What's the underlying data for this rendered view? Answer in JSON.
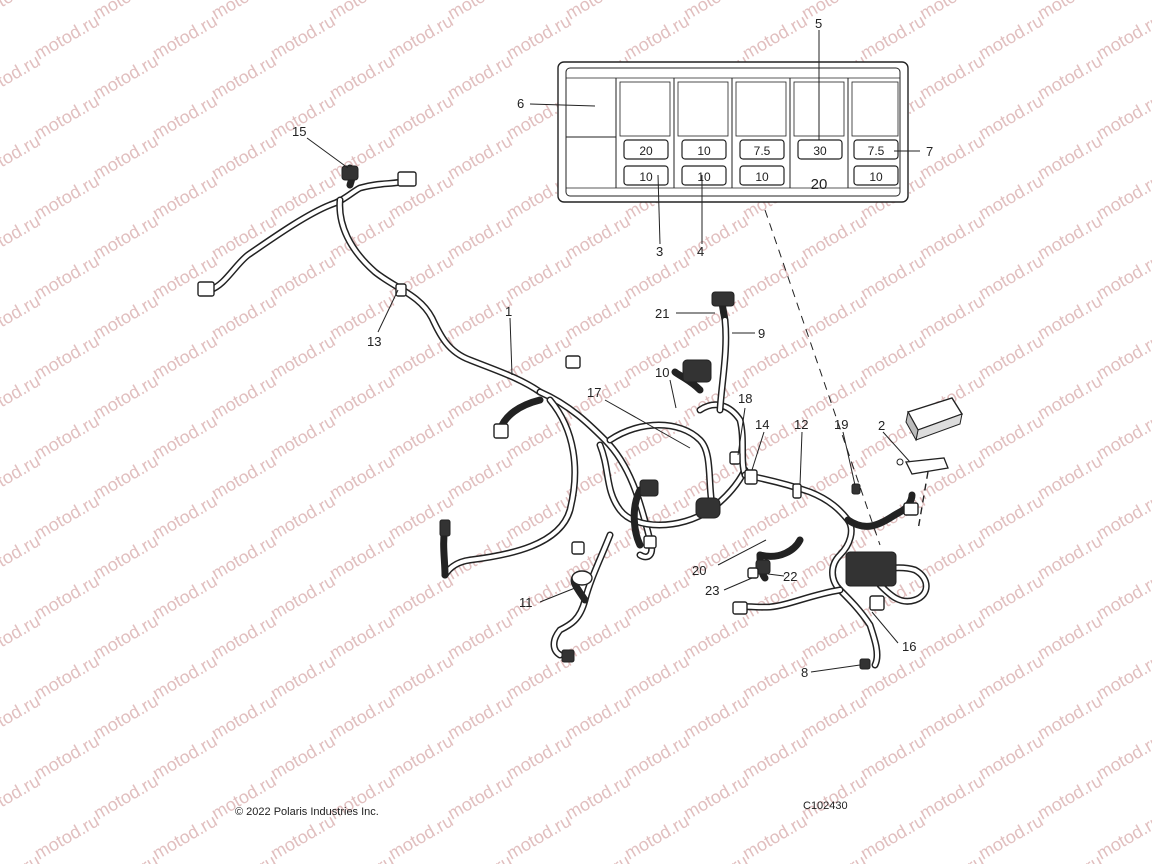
{
  "watermark": {
    "text": "motod.ru",
    "color": "#c98b8b"
  },
  "fuse_box": {
    "top_row": [
      "20",
      "10",
      "7.5",
      "30",
      "7.5"
    ],
    "bottom_row": [
      "10",
      "10",
      "10",
      "20",
      "10"
    ]
  },
  "callouts": {
    "c1": "1",
    "c2": "2",
    "c3": "3",
    "c4": "4",
    "c5": "5",
    "c6": "6",
    "c7": "7",
    "c8": "8",
    "c9": "9",
    "c10": "10",
    "c11": "11",
    "c12": "12",
    "c13": "13",
    "c14": "14",
    "c15": "15",
    "c16": "16",
    "c17": "17",
    "c18": "18",
    "c19": "19",
    "c20": "20",
    "c21": "21",
    "c22": "22",
    "c23": "23"
  },
  "footer": {
    "copyright": "© 2022 Polaris Industries Inc.",
    "figure_code": "C102430"
  }
}
